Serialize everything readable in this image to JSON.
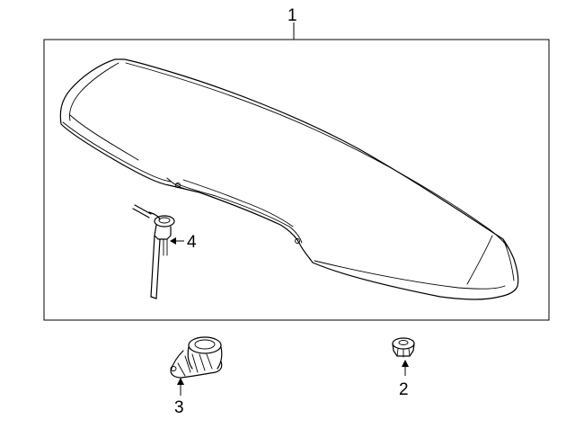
{
  "callouts": {
    "c1": "1",
    "c2": "2",
    "c3": "3",
    "c4": "4"
  },
  "parts": [
    {
      "ref": "1",
      "icon": "rear-spoiler-icon"
    },
    {
      "ref": "2",
      "icon": "nut-icon"
    },
    {
      "ref": "3",
      "icon": "push-clip-icon"
    },
    {
      "ref": "4",
      "icon": "washer-nozzle-icon"
    }
  ]
}
